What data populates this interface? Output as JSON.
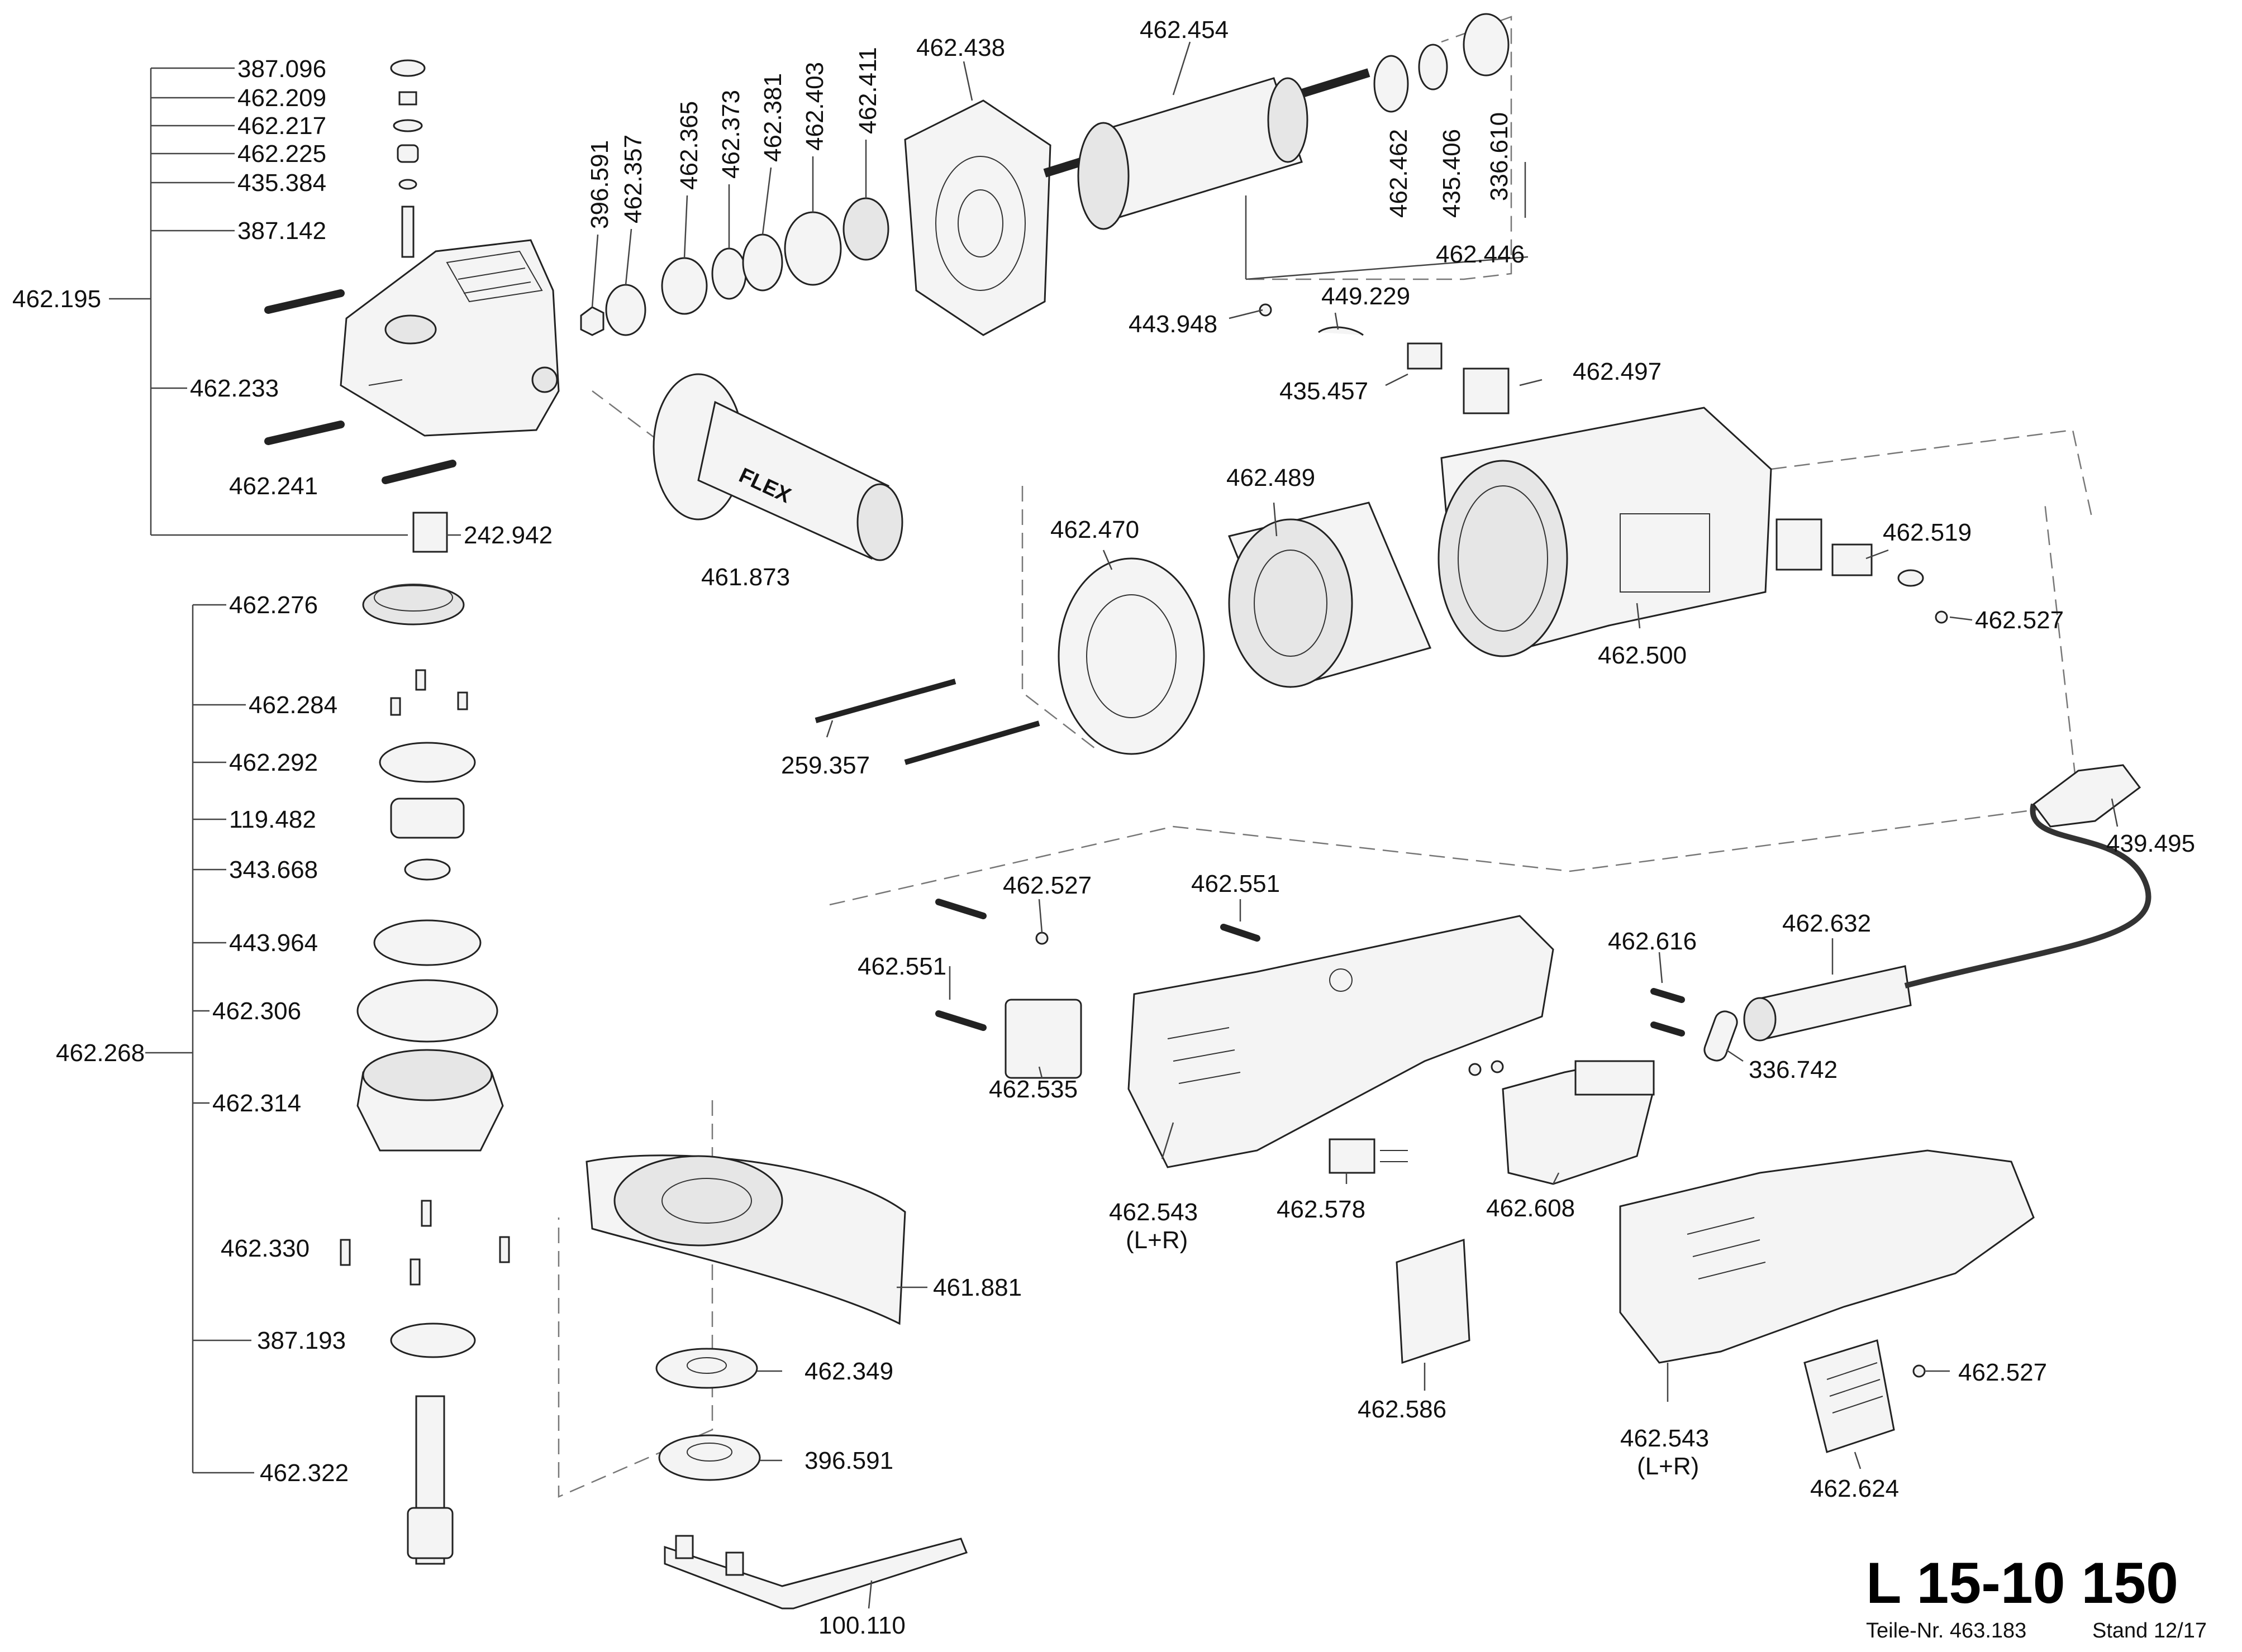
{
  "title": "L 15-10 150",
  "footer": {
    "part_no": "Teile-Nr. 463.183",
    "stand": "Stand 12/17"
  },
  "brand_mark": "FLEX",
  "labels": {
    "p387_096": "387.096",
    "p462_209": "462.209",
    "p462_217": "462.217",
    "p462_225": "462.225",
    "p435_384": "435.384",
    "p387_142": "387.142",
    "p462_195": "462.195",
    "p462_233": "462.233",
    "p462_241": "462.241",
    "p242_942": "242.942",
    "p462_276": "462.276",
    "p462_284": "462.284",
    "p462_292": "462.292",
    "p119_482": "119.482",
    "p343_668": "343.668",
    "p443_964": "443.964",
    "p462_306": "462.306",
    "p462_268": "462.268",
    "p462_314": "462.314",
    "p462_330": "462.330",
    "p387_193": "387.193",
    "p462_322": "462.322",
    "p396_591a": "396.591",
    "p462_357": "462.357",
    "p462_365": "462.365",
    "p462_373": "462.373",
    "p462_381": "462.381",
    "p462_403": "462.403",
    "p462_411": "462.411",
    "p462_438": "462.438",
    "p462_454": "462.454",
    "p462_462": "462.462",
    "p435_406": "435.406",
    "p336_610": "336.610",
    "p462_446": "462.446",
    "p443_948": "443.948",
    "p449_229": "449.229",
    "p435_457": "435.457",
    "p462_497": "462.497",
    "p461_873": "461.873",
    "p462_489": "462.489",
    "p462_470": "462.470",
    "p462_500": "462.500",
    "p462_519": "462.519",
    "p462_527a": "462.527",
    "p259_357": "259.357",
    "p439_495": "439.495",
    "p462_527b": "462.527",
    "p462_551a": "462.551",
    "p462_551b": "462.551",
    "p462_535": "462.535",
    "p462_616": "462.616",
    "p462_632": "462.632",
    "p336_742": "336.742",
    "p462_543a": "462.543",
    "p462_543a_sub": "(L+R)",
    "p462_578": "462.578",
    "p462_608": "462.608",
    "p461_881": "461.881",
    "p462_349": "462.349",
    "p396_591b": "396.591",
    "p462_586": "462.586",
    "p462_543b": "462.543",
    "p462_543b_sub": "(L+R)",
    "p462_527c": "462.527",
    "p462_624": "462.624",
    "p100_110": "100.110"
  }
}
